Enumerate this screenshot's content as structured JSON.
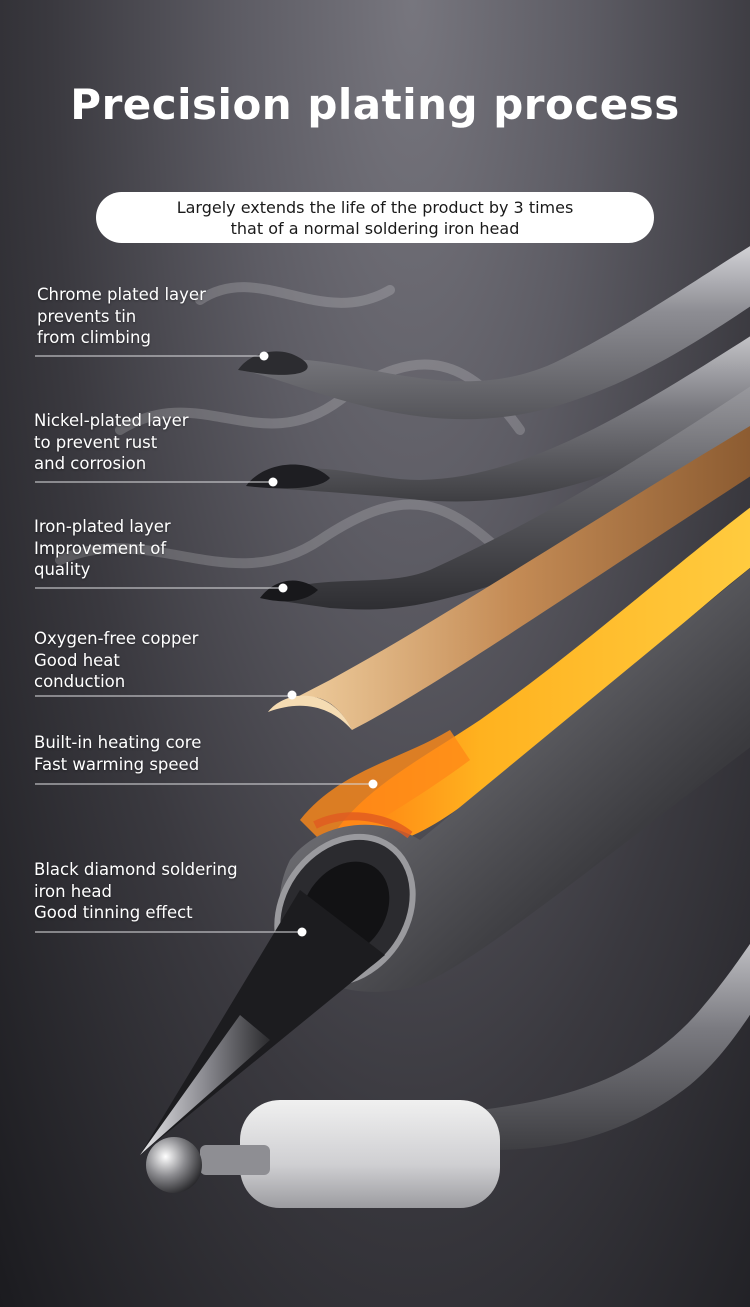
{
  "header": {
    "title": "Precision plating process",
    "subtitle_line1": "Largely extends the life of the product by 3 times",
    "subtitle_line2": "that of a normal soldering iron head"
  },
  "layers": [
    {
      "lines": [
        "Chrome plated layer",
        "prevents tin",
        "from climbing"
      ],
      "color": "#9a9aa0"
    },
    {
      "lines": [
        "Nickel-plated layer",
        "to prevent rust",
        "and corrosion"
      ],
      "color": "#8e8e94"
    },
    {
      "lines": [
        "Iron-plated layer",
        "Improvement of",
        "quality"
      ],
      "color": "#6b6b70"
    },
    {
      "lines": [
        "Oxygen-free copper",
        "Good heat",
        "conduction"
      ],
      "color": "#c08e5a"
    },
    {
      "lines": [
        "Built-in heating core",
        "Fast warming speed"
      ],
      "color": "#ffb020"
    },
    {
      "lines": [
        "Black diamond soldering",
        "iron head",
        "Good tinning effect"
      ],
      "color": "#2a2a2e"
    }
  ]
}
